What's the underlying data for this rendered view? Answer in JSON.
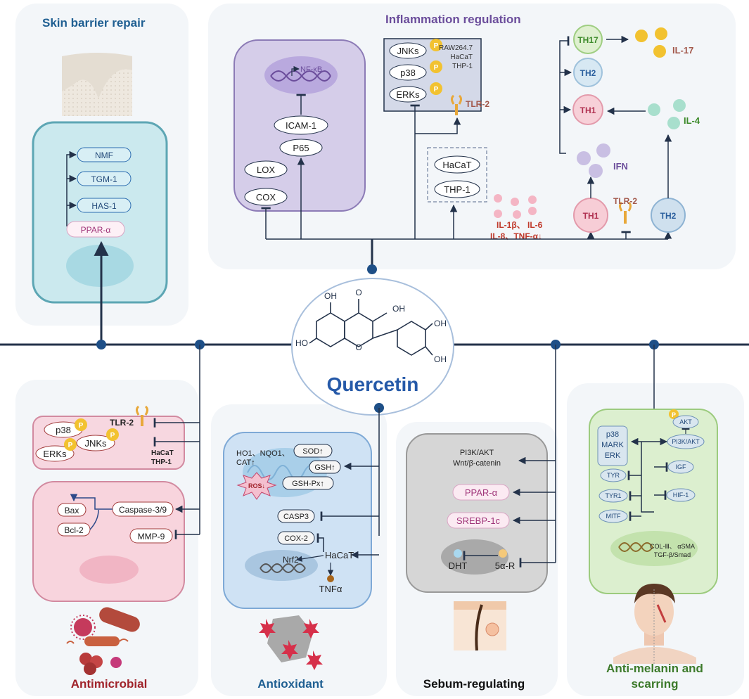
{
  "center": {
    "title": "Quercetin",
    "oh": "OH",
    "o": "O",
    "ho": "HO"
  },
  "sections": {
    "skin_barrier": "Skin barrier repair",
    "inflammation": "Inflammation regulation",
    "antimicrobial": "Antimicrobial",
    "antioxidant": "Antioxidant",
    "sebum": "Sebum-regulating",
    "anti_melanin_1": "Anti-melanin and",
    "anti_melanin_2": "scarring"
  },
  "skin_barrier": {
    "nmf": "NMF",
    "tgm1": "TGM-1",
    "has1": "HAS-1",
    "ppar": "PPAR-α"
  },
  "inflammation": {
    "nfkb": "NF-κB",
    "icam1": "ICAM-1",
    "p65": "P65",
    "lox": "LOX",
    "cox": "COX",
    "jnks": "JNKs",
    "p38": "p38",
    "erks": "ERKs",
    "p": "P",
    "raw": "RAW264.7",
    "hacat": "HaCaT",
    "thp1": "THP-1",
    "tlr2": "TLR-2",
    "hacat2": "HaCaT",
    "thp1b": "THP-1",
    "il1b": "IL-1β、 IL-6",
    "il8": "IL-8、TNF-α↓",
    "th17": "TH17",
    "th2": "TH2",
    "th1": "TH1",
    "il17": "IL-17",
    "il4": "IL-4",
    "ifn": "IFN",
    "th1b": "TH1",
    "tlr2b": "TLR-2",
    "th2b": "TH2"
  },
  "antimicrobial": {
    "p38": "p38",
    "erks": "ERKs",
    "jnks": "JNKs",
    "tlr2": "TLR-2",
    "hacat": "HaCaT",
    "thp1": "THP-1",
    "bax": "Bax",
    "casp": "Caspase-3/9",
    "bcl2": "Bcl-2",
    "mmp9": "MMP-9"
  },
  "antioxidant": {
    "ho1": "HO1、NQO1、",
    "cat": "CAT↑",
    "sod": "SOD↑",
    "gsh": "GSH↑",
    "ros": "ROS↓",
    "gshpx": "GSH-Px↑",
    "casp3": "CASP3",
    "cox2": "COX-2",
    "nrf2": "Nrf2",
    "hacat": "HaCaT",
    "tnfa": "TNFα"
  },
  "sebum": {
    "pi3k": "PI3K/AKT",
    "wnt": "Wnt/β-catenin",
    "ppar": "PPAR-α",
    "srebp": "SREBP-1c",
    "dht": "DHT",
    "5ar": "5α-R"
  },
  "antimelanin": {
    "p38": "p38",
    "mark": "MARK",
    "erk": "ERK",
    "akt": "AKT",
    "pi3k": "PI3K/AKT",
    "igf": "IGF",
    "tyr": "TYR",
    "tyr1": "TYR1",
    "hif1": "HIF-1",
    "mitf": "MITF",
    "col": "COL-Ⅲ、 αSMA",
    "tgf": "TGF-β/Smad"
  }
}
